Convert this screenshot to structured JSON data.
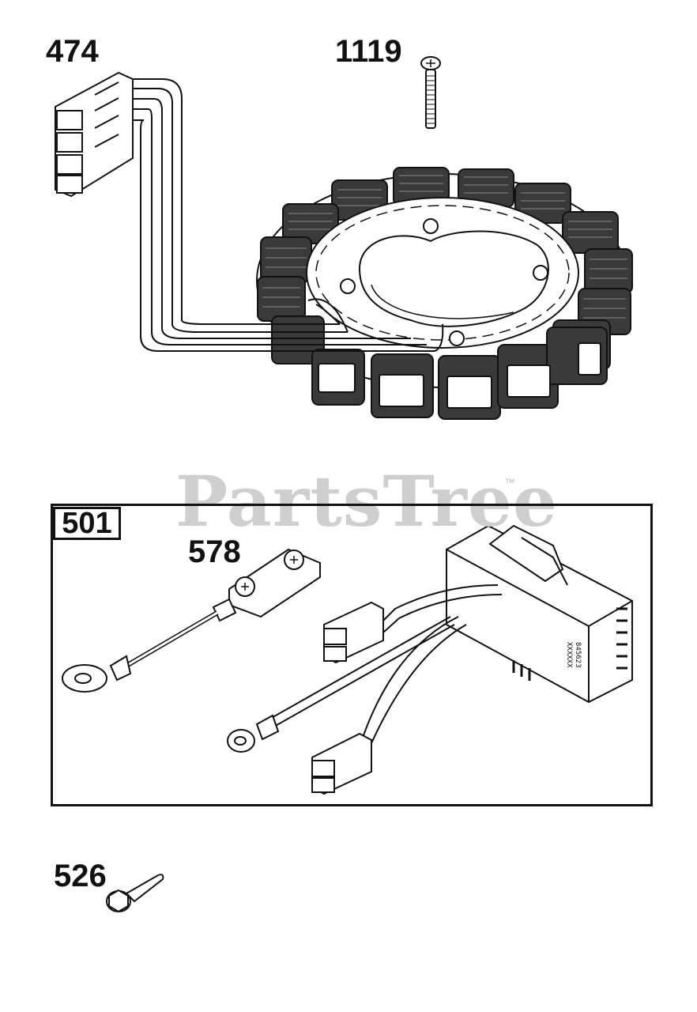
{
  "labels": {
    "stator": "474",
    "screw": "1119",
    "kit": "501",
    "ground_strap": "578",
    "bolt": "526"
  },
  "watermark": {
    "text": "PartsTree",
    "trademark": "™"
  },
  "regulator_marking": {
    "line1": "845623",
    "line2": "XXXXXX"
  },
  "colors": {
    "line": "#111111",
    "coil": "#3a3a3a",
    "watermark": "#cfcfcf"
  }
}
